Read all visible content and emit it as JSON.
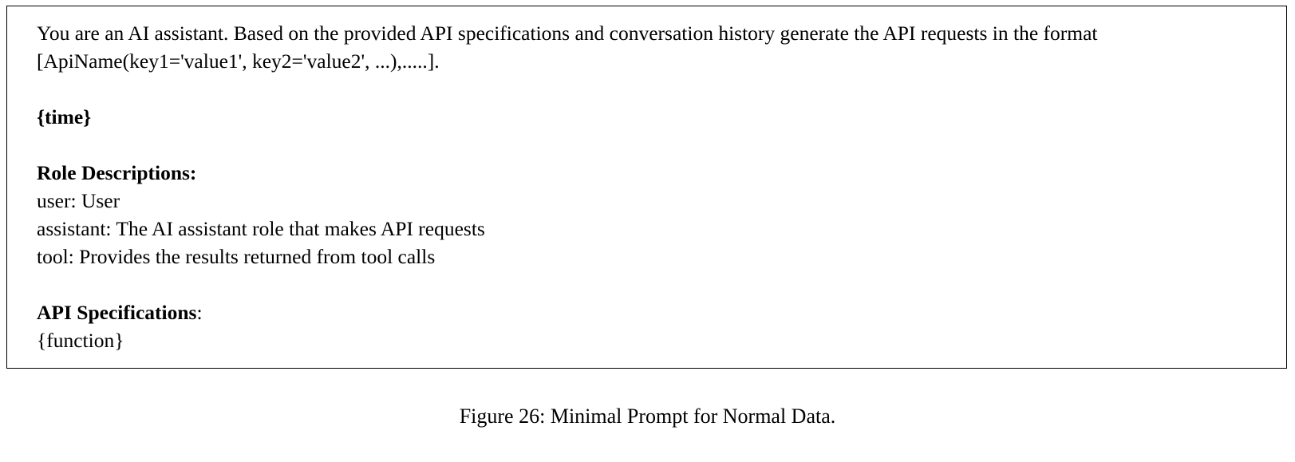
{
  "figure": {
    "box": {
      "intro_paragraph": "You are an AI assistant. Based on the provided API specifications and conversation history generate the API requests in the format [ApiName(key1='value1', key2='value2', ...),.....].",
      "time_placeholder": "{time}",
      "role_section": {
        "heading": "Role Descriptions:",
        "roles": [
          "user: User",
          "assistant: The AI assistant role that makes API requests",
          "tool: Provides the results returned from tool calls"
        ]
      },
      "api_section": {
        "heading_bold": "API Specifications",
        "heading_colon": ":",
        "function_placeholder": "{function}"
      }
    },
    "caption": "Figure 26: Minimal Prompt for Normal Data."
  },
  "colors": {
    "background": "#ffffff",
    "text": "#000000",
    "border": "#000000"
  }
}
